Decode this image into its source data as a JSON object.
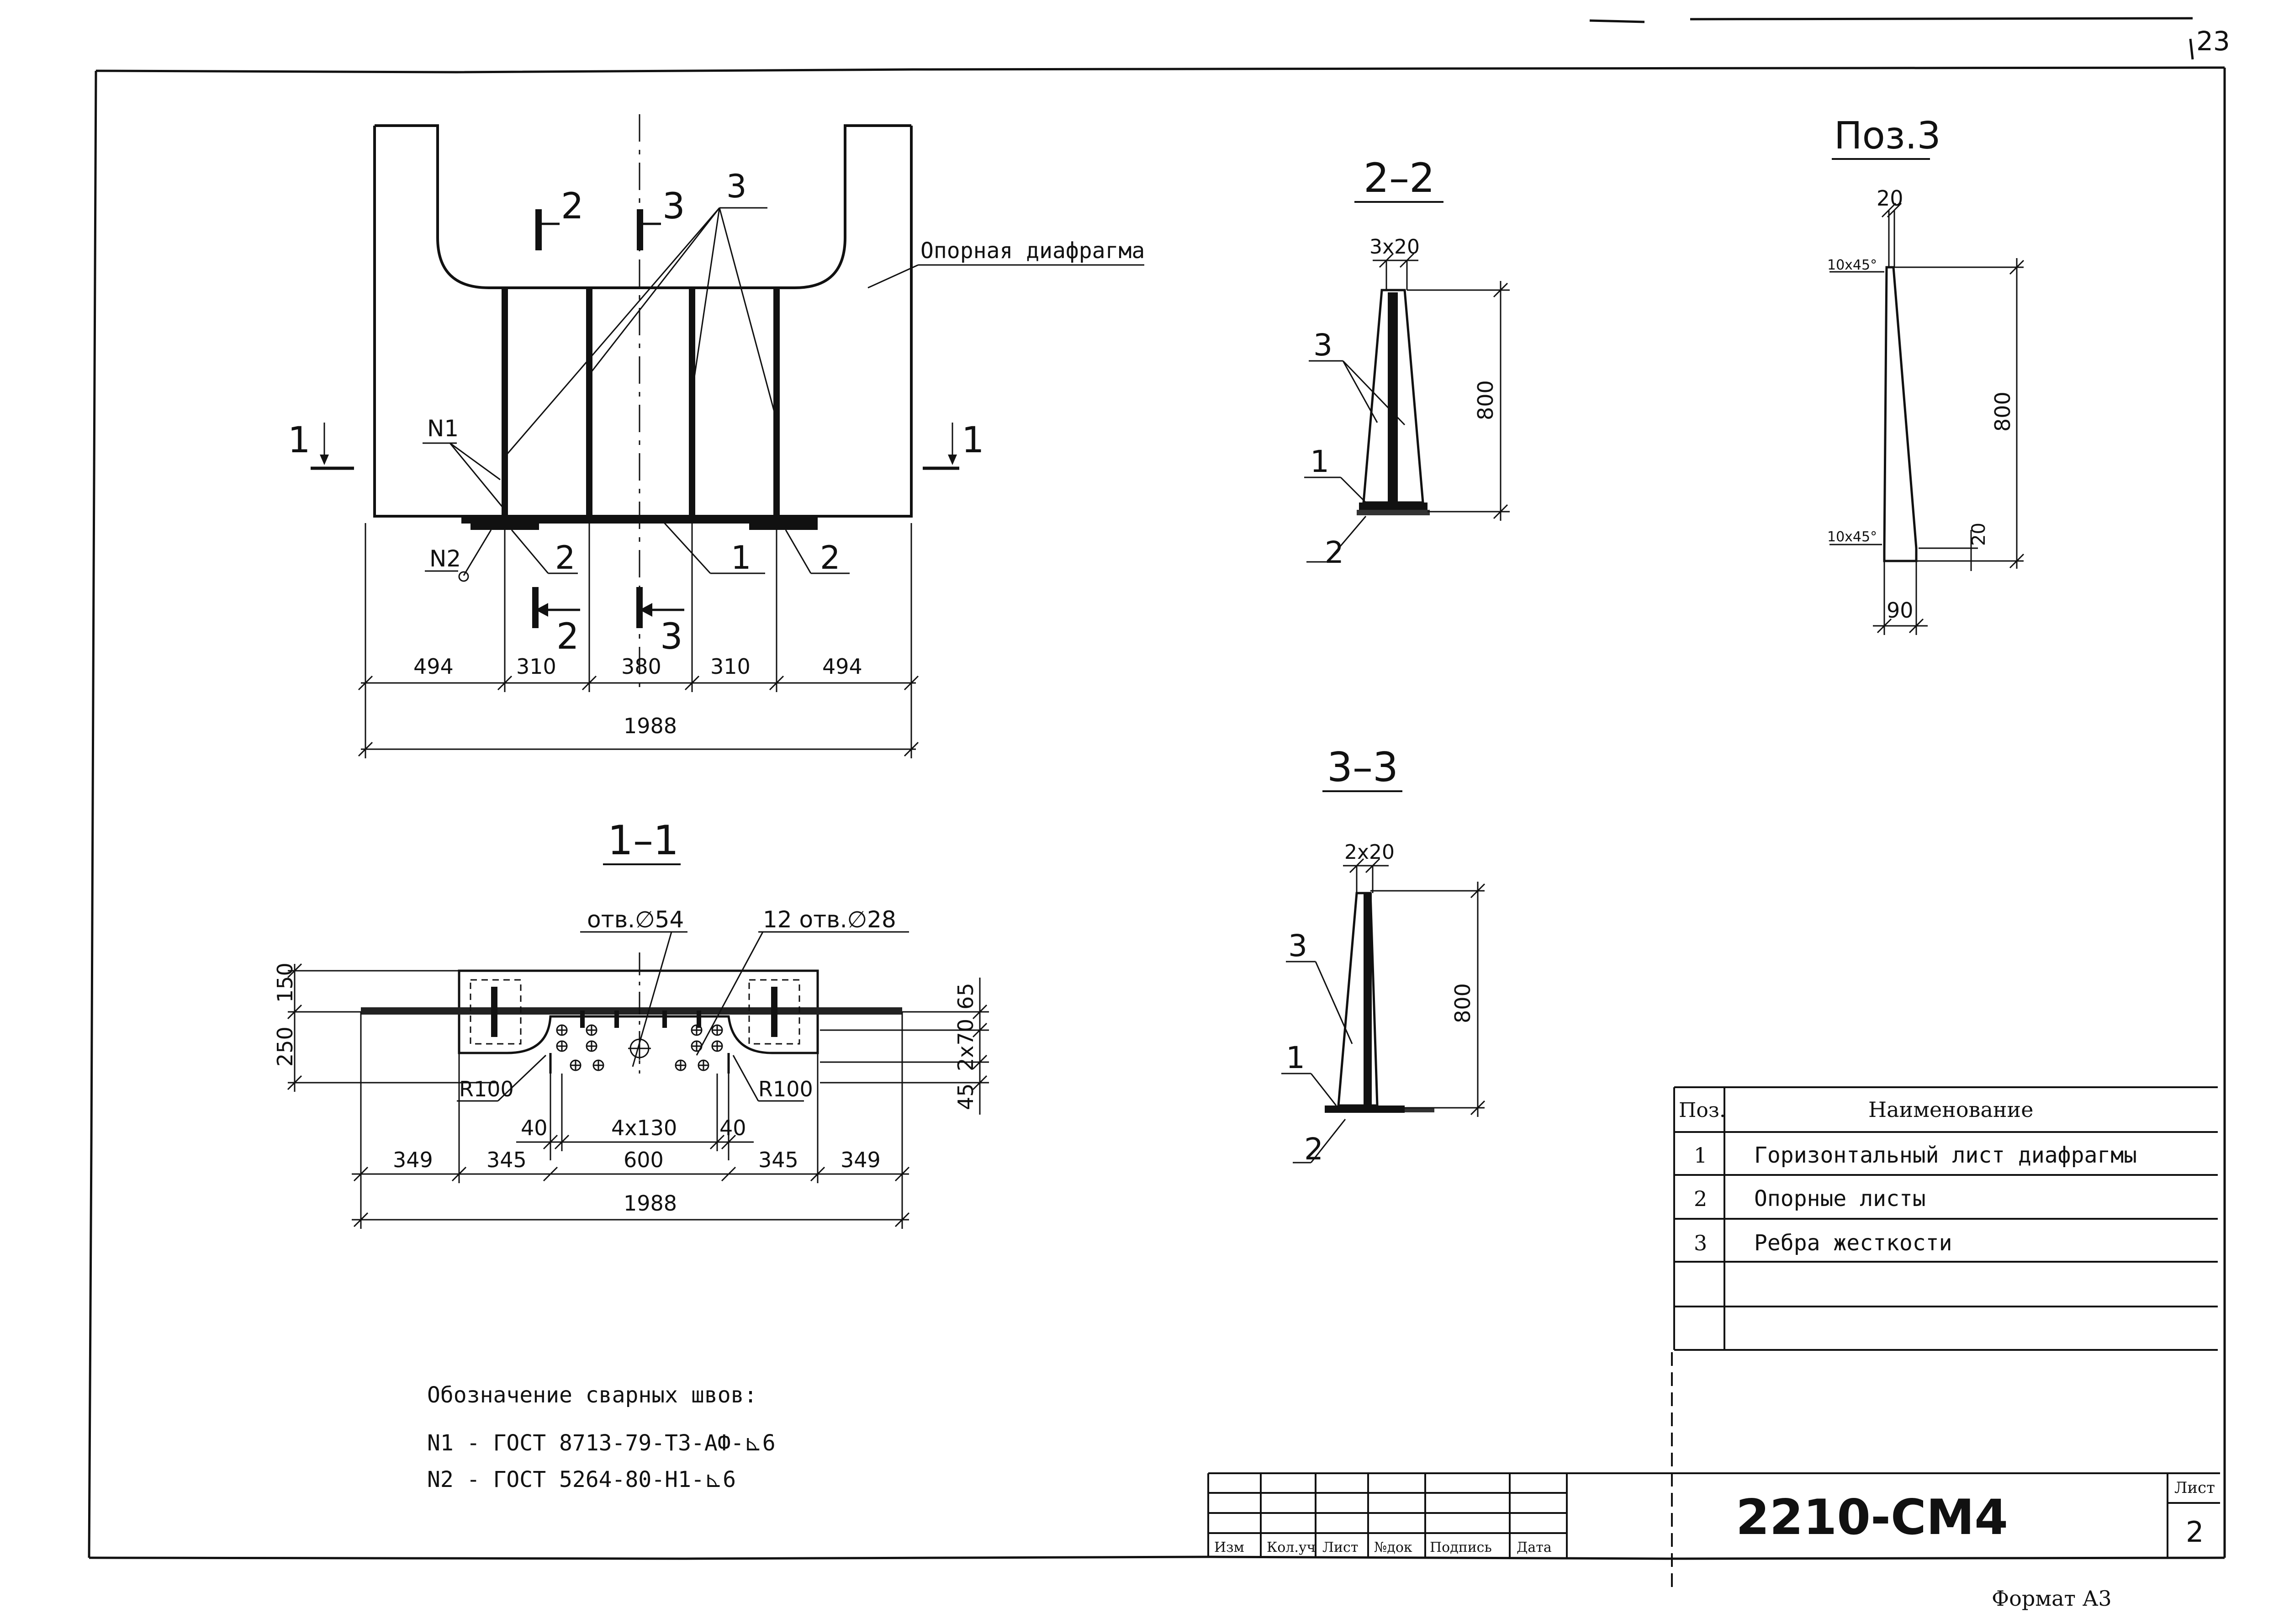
{
  "sheet": {
    "corner_number": "23",
    "format_label": "Формат А3"
  },
  "main_view": {
    "support_diaphragm_label": "Опорная диафрагма",
    "pos_callout": "3",
    "section_marks": {
      "s1_left": "1",
      "s1_right": "1",
      "s2_top": "2",
      "s3_top": "3",
      "s2_bottom": "2",
      "s3_bottom": "3"
    },
    "weld_n1": "N1",
    "weld_n2": "N2",
    "callout_2_left": "2",
    "callout_1": "1",
    "callout_2_right": "2",
    "dims": [
      "494",
      "310",
      "380",
      "310",
      "494"
    ],
    "total": "1988"
  },
  "section_1_1": {
    "title": "1–1",
    "hole_large": "отв.∅54",
    "holes_small": "12 отв.∅28",
    "dim_150": "150",
    "dim_250": "250",
    "dim_65": "65",
    "dim_2x70": "2x70",
    "dim_45": "45",
    "r_left": "R100",
    "r_right": "R100",
    "dim_40_left": "40",
    "dim_4x130": "4x130",
    "dim_40_right": "40",
    "bottom_dims": [
      "349",
      "345",
      "600",
      "345",
      "349"
    ],
    "total": "1988"
  },
  "section_2_2": {
    "title": "2–2",
    "dim_top": "3x20",
    "dim_height": "800",
    "callout_3": "3",
    "callout_1": "1",
    "callout_2": "2"
  },
  "section_3_3": {
    "title": "3–3",
    "dim_top": "2x20",
    "dim_height": "800",
    "callout_3": "3",
    "callout_1": "1",
    "callout_2": "2"
  },
  "pos_3": {
    "title": "Поз.3",
    "dim_top": "20",
    "chamfer_top": "10x45°",
    "dim_height": "800",
    "chamfer_bottom": "10x45°",
    "dim_20_bottom": "20",
    "dim_width": "90"
  },
  "spec_table": {
    "headers": [
      "Поз.",
      "Наименование"
    ],
    "rows": [
      {
        "pos": "1",
        "name": "Горизонтальный лист диафрагмы"
      },
      {
        "pos": "2",
        "name": "Опорные листы"
      },
      {
        "pos": "3",
        "name": "Ребра жесткости"
      },
      {
        "pos": "",
        "name": ""
      },
      {
        "pos": "",
        "name": ""
      }
    ]
  },
  "weld_notes": {
    "heading": "Обозначение сварных швов:",
    "lines": [
      "N1 - ГОСТ 8713-79-Т3-АФ-⊾6",
      "N2 - ГОСТ 5264-80-Н1-⊾6"
    ]
  },
  "title_block": {
    "columns": [
      "Изм",
      "Кол.уч",
      "Лист",
      "№док",
      "Подпись",
      "Дата"
    ],
    "code": "2210-СМ4",
    "sheet_label": "Лист",
    "sheet_number": "2"
  }
}
